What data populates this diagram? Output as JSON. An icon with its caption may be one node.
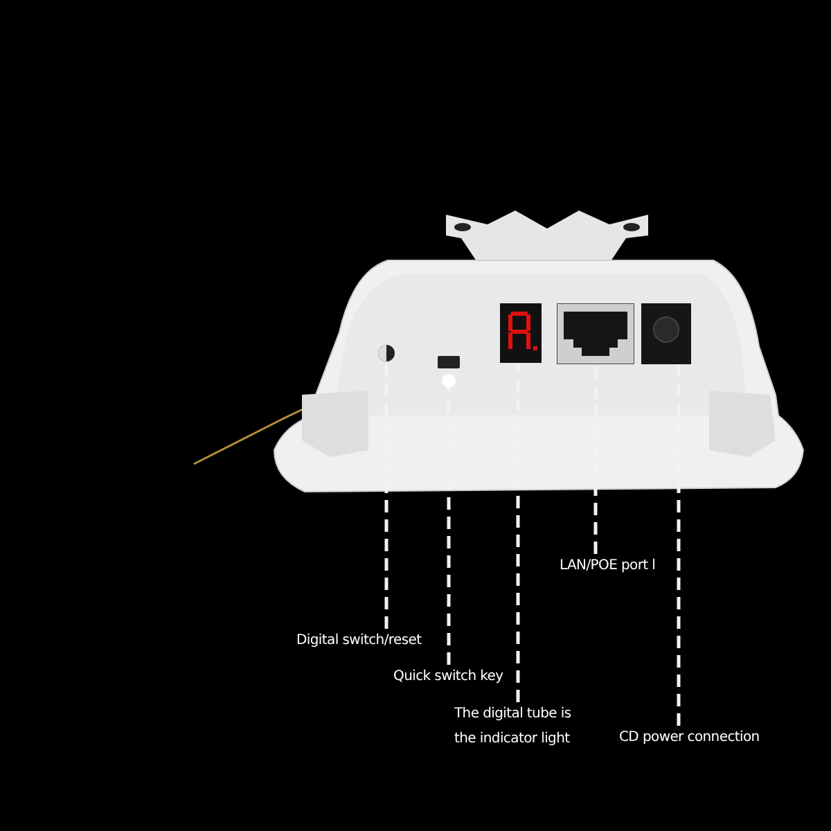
{
  "diagram": {
    "nodes": [
      {
        "text": [],
        "shape": "circle"
      },
      {
        "text": [],
        "shape": "box"
      },
      {
        "text": [],
        "shape": "box"
      },
      {
        "text": [],
        "shape": "box"
      },
      {
        "text": [],
        "shape": "box"
      },
      {
        "text": [
          "LAN/POE port l"
        ]
      },
      {
        "text": [
          "Digital switch/reset"
        ]
      },
      {
        "text": [
          "Quick switch key"
        ]
      },
      {
        "text": [
          "The digital tube is the indicator light"
        ]
      },
      {
        "text": [
          "CD power connection"
        ]
      }
    ],
    "edges": [
      {
        "from": 6,
        "to": 0,
        "arrow": "other",
        "style": "dashed"
      },
      {
        "from": 7,
        "to": 1,
        "arrow": "other",
        "style": "dashed"
      },
      {
        "from": 8,
        "to": 2,
        "arrow": "other",
        "style": "dashed"
      },
      {
        "from": 5,
        "to": 3,
        "arrow": "other",
        "style": "dashed"
      },
      {
        "from": 9,
        "to": 4,
        "arrow": "other",
        "style": "dashed"
      }
    ]
  }
}
